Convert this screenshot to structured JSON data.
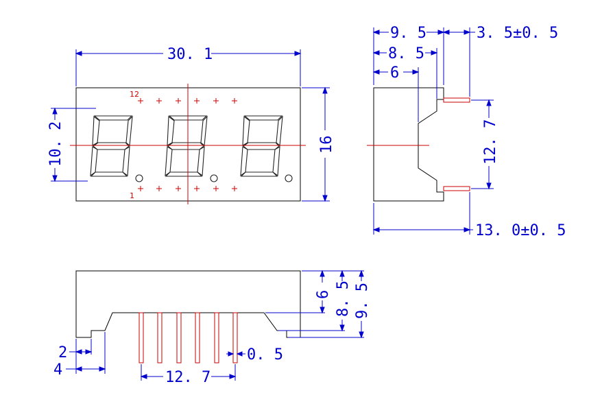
{
  "front_view": {
    "width_label": "30. 1",
    "digit_height_label": "10. 2",
    "height_label": "16",
    "pin_label_top": "12",
    "pin_label_bottom": "1"
  },
  "side_view": {
    "dim_9_5": "9. 5",
    "dim_3_5": "3. 5±0. 5",
    "dim_8_5": "8. 5",
    "dim_6": "6",
    "pin_pitch": "12. 7",
    "depth": "13. 0±0. 5"
  },
  "bottom_view": {
    "dim_6": "6",
    "dim_8_5": "8. 5",
    "dim_9_5": "9. 5",
    "dim_2": "2",
    "dim_4": "4",
    "pin_width": "0. 5",
    "pin_span": "12. 7"
  },
  "colors": {
    "dimension": "#0000cc",
    "outline": "#000000",
    "pins": "#cc0000"
  }
}
